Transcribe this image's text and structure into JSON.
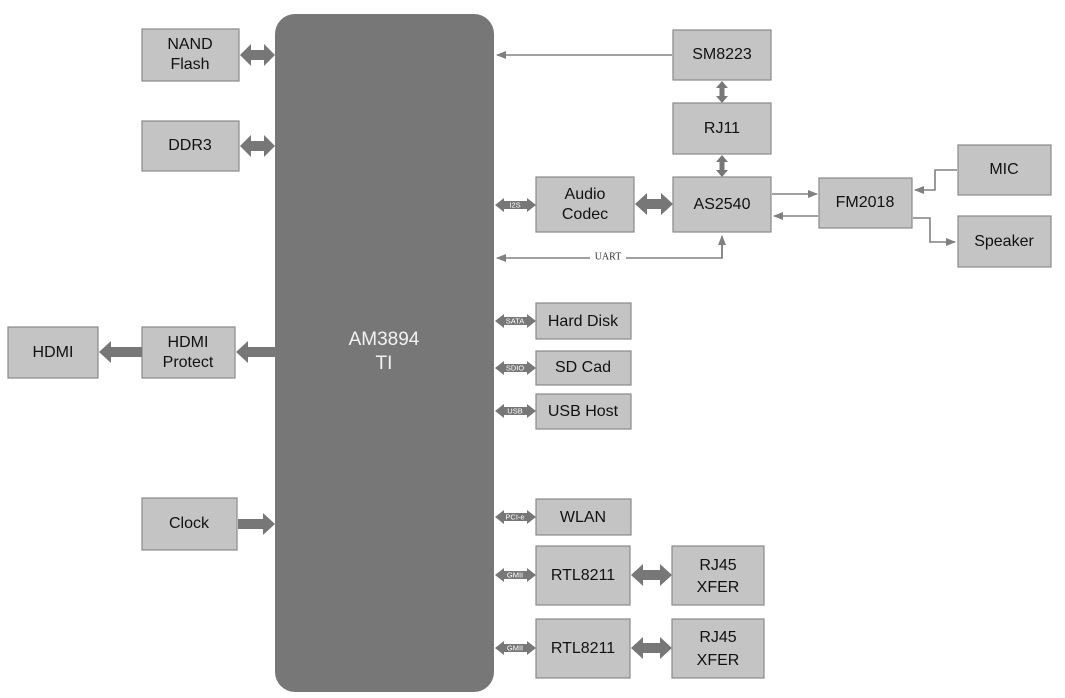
{
  "processor": {
    "line1": "AM3894",
    "line2": "TI"
  },
  "blocks": {
    "nand": {
      "line1": "NAND",
      "line2": "Flash"
    },
    "ddr3": {
      "label": "DDR3"
    },
    "hdmi_protect": {
      "line1": "HDMI",
      "line2": "Protect"
    },
    "hdmi": {
      "label": "HDMI"
    },
    "clock": {
      "label": "Clock"
    },
    "sm8223": {
      "label": "SM8223"
    },
    "rj11": {
      "label": "RJ11"
    },
    "audio_codec": {
      "line1": "Audio",
      "line2": "Codec"
    },
    "as2540": {
      "label": "AS2540"
    },
    "fm2018": {
      "label": "FM2018"
    },
    "mic": {
      "label": "MIC"
    },
    "speaker": {
      "label": "Speaker"
    },
    "hard_disk": {
      "label": "Hard Disk"
    },
    "sd_card": {
      "label": "SD Cad"
    },
    "usb_host": {
      "label": "USB Host"
    },
    "wlan": {
      "label": "WLAN"
    },
    "rtl8211_1": {
      "label": "RTL8211"
    },
    "rtl8211_2": {
      "label": "RTL8211"
    },
    "rj45_1": {
      "line1": "RJ45",
      "line2": "XFER"
    },
    "rj45_2": {
      "line1": "RJ45",
      "line2": "XFER"
    }
  },
  "buses": {
    "i2s": "I2S",
    "sata": "SATA",
    "sdio": "SDIO",
    "usb": "USB",
    "pcie": "PCI-e",
    "gmii_1": "GMII",
    "gmii_2": "GMII",
    "uart": "UART"
  },
  "colors": {
    "box_fill": "#c4c4c4",
    "chip_fill": "#777777",
    "arrow": "#777777"
  }
}
